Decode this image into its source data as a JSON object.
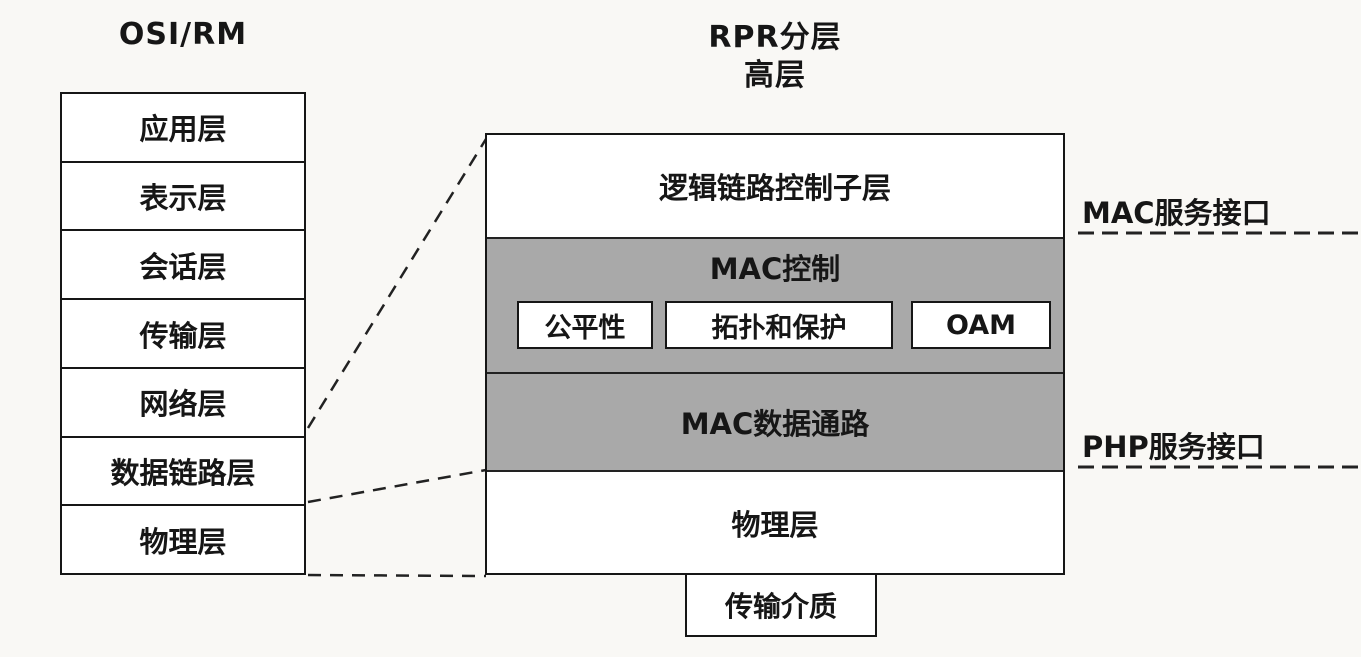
{
  "titles": {
    "osi": "OSI/RM",
    "rpr": "RPR分层",
    "higher_layer": "高层"
  },
  "osi": {
    "layers": [
      "应用层",
      "表示层",
      "会话层",
      "传输层",
      "网络层",
      "数据链路层",
      "物理层"
    ]
  },
  "rpr": {
    "llc_sublayer": "逻辑链路控制子层",
    "mac_control": "MAC控制",
    "mac_control_modules": [
      "公平性",
      "拓扑和保护",
      "OAM"
    ],
    "mac_datapath": "MAC数据通路",
    "phy_layer": "物理层",
    "transmission_medium": "传输介质"
  },
  "interfaces": {
    "mac_service": "MAC服务接口",
    "phy_service": "PHP服务接口"
  },
  "colors": {
    "paper": "#f9f8f5",
    "ink": "#161616",
    "shaded": "#a9a9a9"
  }
}
